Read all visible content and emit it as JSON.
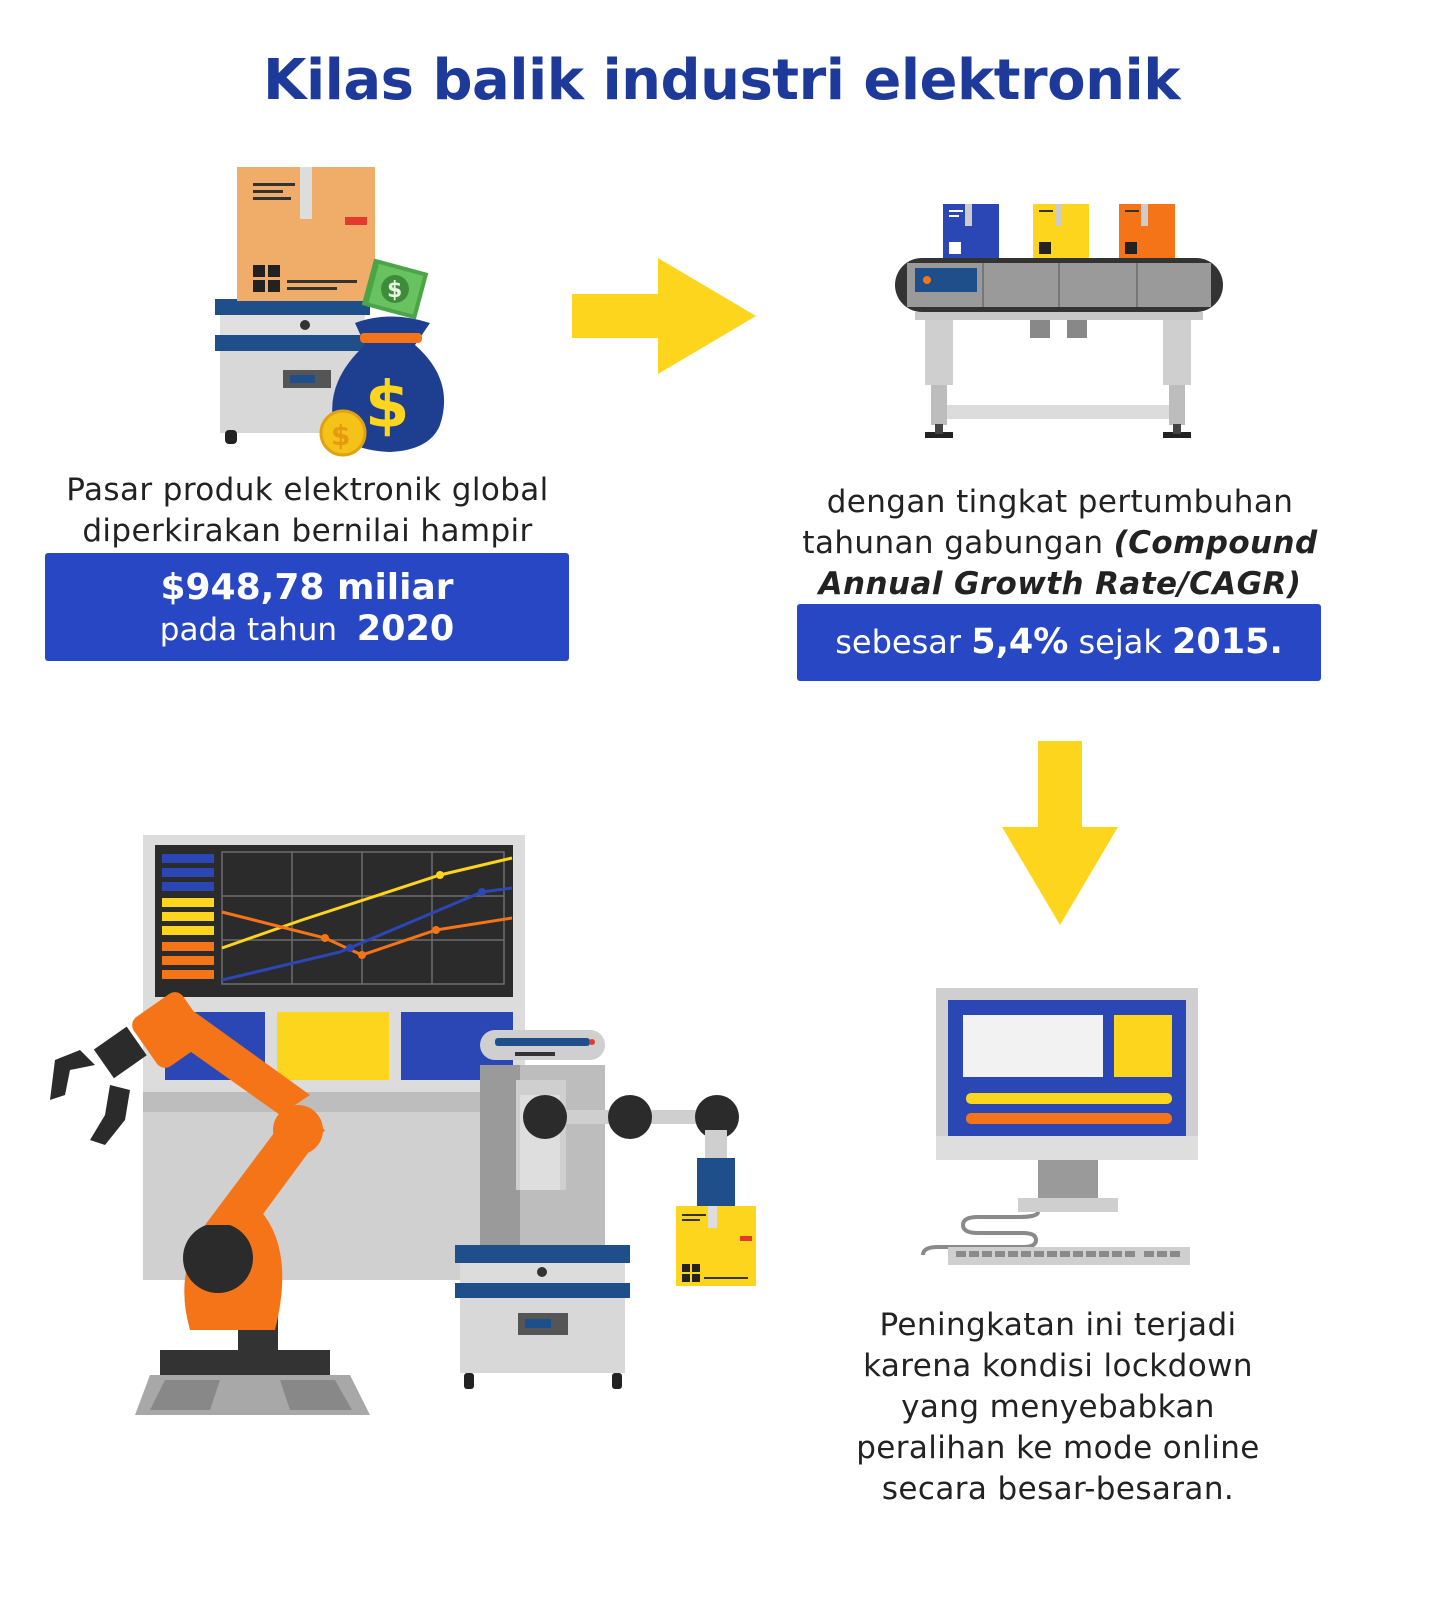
{
  "title": "Kilas balik industri elektronik",
  "block1": {
    "text_line1": "Pasar produk elektronik global",
    "text_line2": "diperkirakan bernilai hampir",
    "value": "$948,78 miliar",
    "year_prefix": "pada tahun",
    "year": "2020"
  },
  "block2": {
    "line1": "dengan tingkat pertumbuhan",
    "line2_plain": "tahunan gabungan",
    "line2_em": "(Compound",
    "line3_em": "Annual Growth Rate/CAGR)",
    "box_w1": "sebesar",
    "box_rate": "5,4%",
    "box_w2": "sejak",
    "box_year": "2015."
  },
  "block3": {
    "lines": [
      "Peningkatan ini terjadi",
      "karena kondisi lockdown",
      "yang menyebabkan",
      "peralihan ke mode online",
      "secara besar-besaran."
    ]
  },
  "colors": {
    "title": "#1d3a9a",
    "box": "#2847c5",
    "arrow": "#fdd51d",
    "orange": "#f57417",
    "navy": "#1e4f8a"
  },
  "icons": {
    "illustration1": "box-money-machine-illustration",
    "money_bag": "money-bag-icon",
    "illustration2": "conveyor-belt-illustration",
    "illustration3": "robot-factory-illustration",
    "illustration4": "desktop-computer-illustration",
    "arrow_right": "arrow-right-icon",
    "arrow_down": "arrow-down-icon"
  }
}
